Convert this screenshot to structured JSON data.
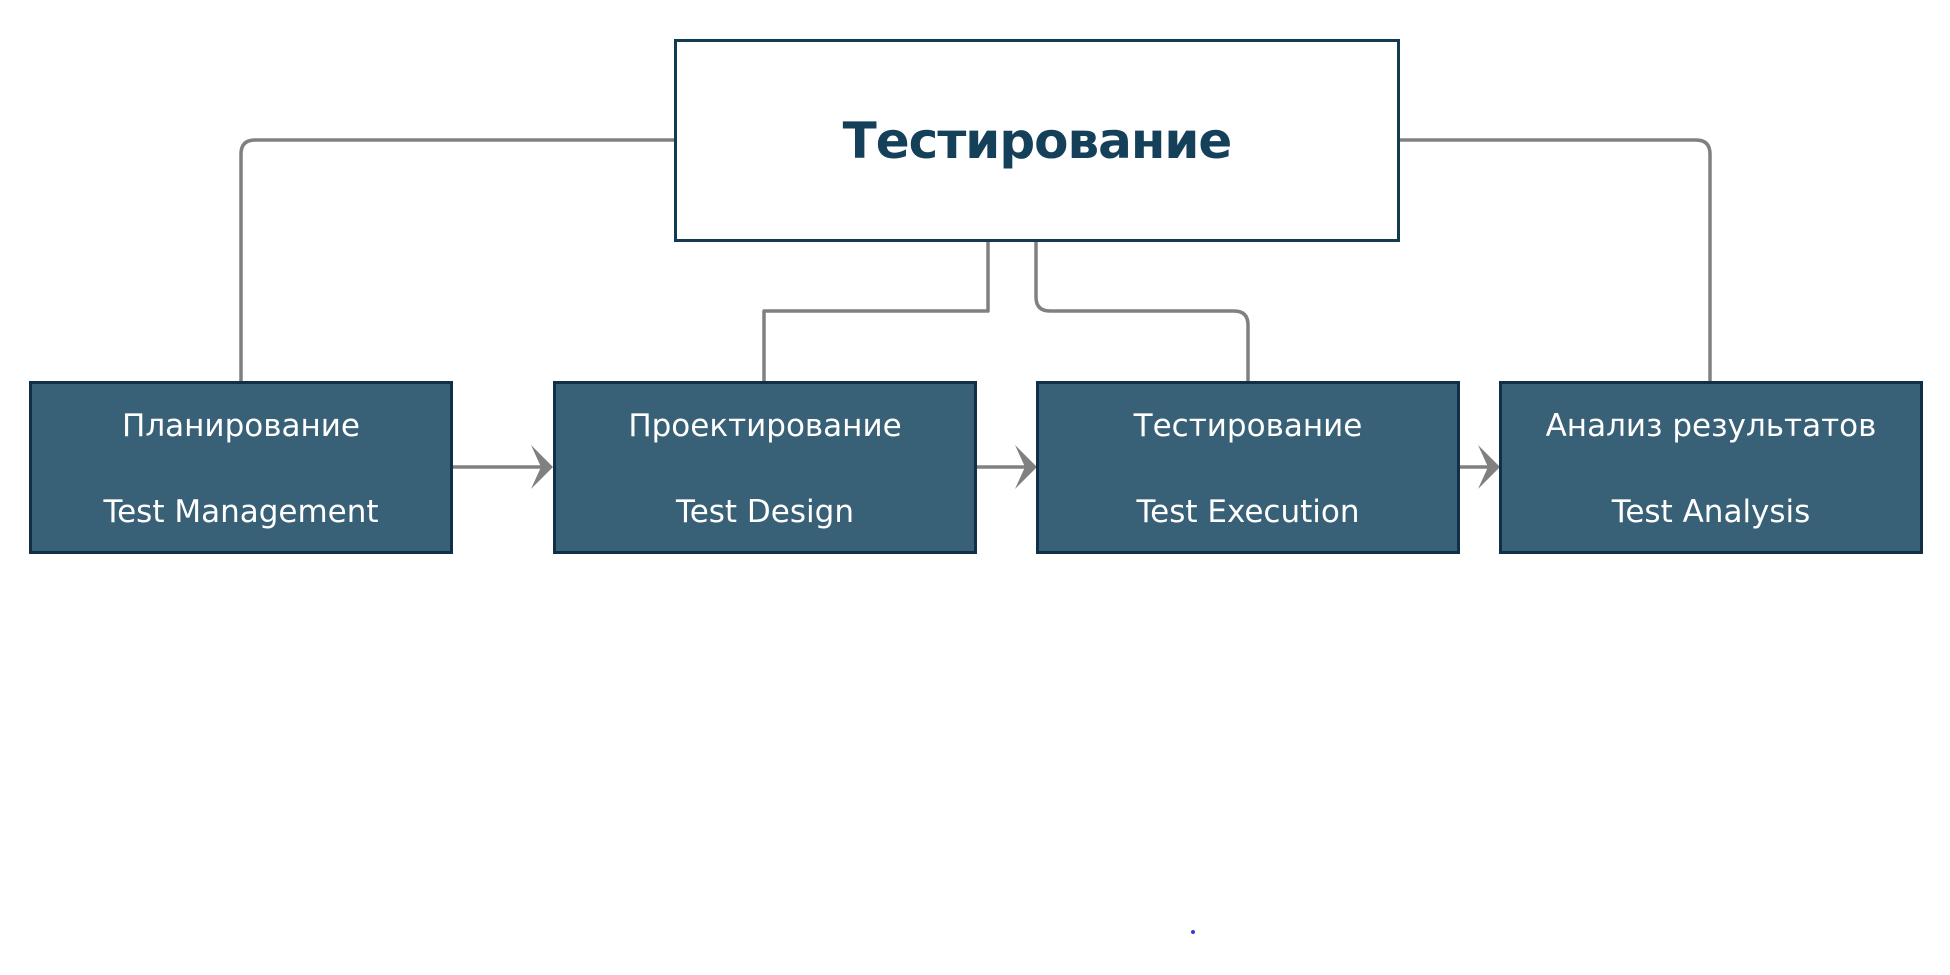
{
  "root": {
    "title": "Тестирование"
  },
  "stages": [
    {
      "title": "Планирование",
      "subtitle": "Test Management"
    },
    {
      "title": "Проектирование",
      "subtitle": "Test Design"
    },
    {
      "title": "Тестирование",
      "subtitle": "Test Execution"
    },
    {
      "title": "Анализ результатов",
      "subtitle": "Test Analysis"
    }
  ],
  "colors": {
    "root_border": "#123a52",
    "root_text": "#14405a",
    "stage_fill": "#386076",
    "stage_border": "#0f3047",
    "connector": "#808080"
  }
}
